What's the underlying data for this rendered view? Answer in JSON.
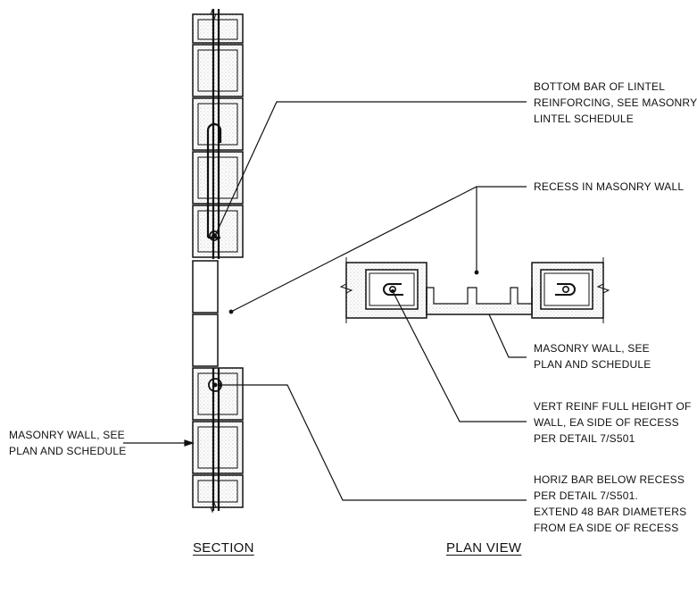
{
  "titles": {
    "section": "SECTION",
    "plan_view": "PLAN VIEW"
  },
  "notes": {
    "lintel_bar": [
      "BOTTOM BAR OF LINTEL",
      "REINFORCING, SEE MASONRY",
      "LINTEL SCHEDULE"
    ],
    "recess": [
      "RECESS IN MASONRY WALL"
    ],
    "masonry_wall_plan": [
      "MASONRY WALL, SEE",
      "PLAN AND SCHEDULE"
    ],
    "vert_reinf": [
      "VERT REINF FULL HEIGHT OF",
      "WALL, EA SIDE OF RECESS",
      "PER DETAIL 7/S501"
    ],
    "horiz_bar": [
      "HORIZ BAR BELOW RECESS",
      "PER DETAIL 7/S501.",
      "EXTEND 48 BAR DIAMETERS",
      "FROM EA SIDE OF RECESS"
    ],
    "masonry_wall_section": [
      "MASONRY WALL, SEE",
      "PLAN AND SCHEDULE"
    ]
  },
  "colors": {
    "line": "#111111",
    "hatch": "#9a9a9a",
    "background": "#ffffff"
  }
}
